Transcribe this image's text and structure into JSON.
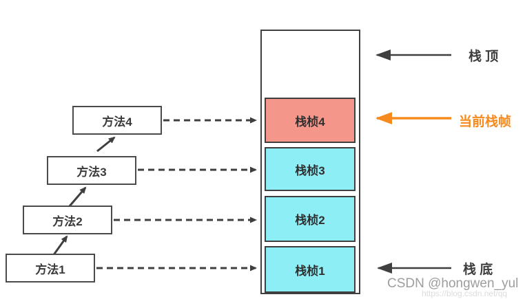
{
  "diagram": {
    "kind": "jvm-stack-frames",
    "methods": [
      {
        "label": "方法1"
      },
      {
        "label": "方法2"
      },
      {
        "label": "方法3"
      },
      {
        "label": "方法4"
      }
    ],
    "stack": {
      "frames": [
        {
          "label": "栈桢4",
          "fill": "#f5968b",
          "state": "current"
        },
        {
          "label": "栈桢3",
          "fill": "#8deef6",
          "state": "normal"
        },
        {
          "label": "栈桢2",
          "fill": "#8deef6",
          "state": "normal"
        },
        {
          "label": "栈桢1",
          "fill": "#8deef6",
          "state": "normal"
        }
      ]
    },
    "annotations": {
      "stack_top": "栈 顶",
      "current_frame": "当前栈帧",
      "stack_bottom": "栈 底"
    },
    "colors": {
      "outline": "#3f3f3f",
      "current_frame_fill": "#f5968b",
      "frame_fill": "#8deef6",
      "accent_orange": "#f68a1e",
      "watermark_gray": "#9d9d9d"
    },
    "watermark": {
      "text": "CSDN @hongwen_yul",
      "url": "https://blog.csdn.net/qq"
    }
  }
}
